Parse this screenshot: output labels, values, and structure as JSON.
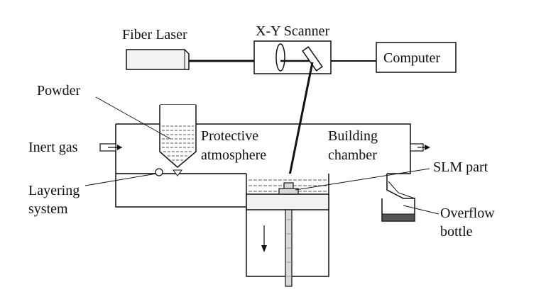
{
  "labels": {
    "fiber_laser": "Fiber Laser",
    "xy_scanner": "X-Y Scanner",
    "computer": "Computer",
    "powder": "Powder",
    "protective_1": "Protective",
    "protective_2": "atmosphere",
    "building_1": "Building",
    "building_2": "chamber",
    "inert_gas": "Inert gas",
    "slm_part": "SLM part",
    "layering_1": "Layering",
    "layering_2": "system",
    "overflow_1": "Overflow",
    "overflow_2": "bottle"
  },
  "colors": {
    "line": "#111111",
    "fill_light": "#f2f2f2",
    "fill_part": "#d9d9d9",
    "hatch": "#444444"
  }
}
